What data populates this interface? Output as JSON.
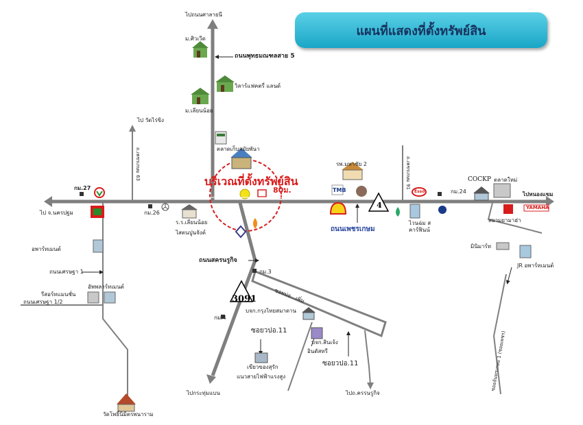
{
  "title": "แผนที่แสดงที่ตั้งทรัพย์สิน",
  "site": {
    "label": "บริเวณที่ตั้งทรัพย์สิน",
    "distance": "80ม."
  },
  "roads": {
    "main_road": "ถนนเพชรเกษม",
    "krathum_baen_road": "ถนนสครนรูกิจ",
    "phutthamonthon": "ถนนพุทธมณฑลสาย 5",
    "soi_khao_phetsom": "ซอยบ่อ...เพิ่ม",
    "soi_11_upper": "ซอยวปอ.11",
    "soi_11_lower": "ซอยวปอ.11",
    "power_line": "แนวสายไฟฟ้าแรงสูง",
    "road_left_1": "ถนนเศรษฐา 1",
    "road_left_12": "ถนนเศรษฐา 1/2",
    "vertical_left": "ถ.เพชรเกษม 63",
    "vertical_center": "ถ.เพชรเกษม 91",
    "vertical_bottom_right": "ซอยจันทรเกษม 1 (ซอยเพชร)"
  },
  "directions": {
    "north": "ไปถนนศาลายนี",
    "west": "ไป จ.นครปฐม",
    "northwest": "ไป วัดไร่ขิง",
    "east": "ไปหนองแขม",
    "south_left": "ไปกระทุ่มแบน",
    "south_right": "ไปถ.ครรนรูกิจ"
  },
  "route_badges": {
    "hwy_4": "4",
    "hwy_3091": "3091"
  },
  "km_markers": [
    "กม.27",
    "กม.26",
    "กม.24",
    "กม.3",
    "กม.4"
  ],
  "places": {
    "mahidol": "ม.ศิวเวีด",
    "village_top": "วิลาร์แฟคตรี่ แลนด์",
    "village_mid": "ม.เลียนน้อย",
    "school_market": "ตลาดเก็บสมัยพันา",
    "school_main": "ร.ร.เลียนน้อย",
    "school_sub": "ไสตนปูนจังต์",
    "hospital": "รพ.มหาชัย 2",
    "tmb": "TMB",
    "apartment_top": "อพาร์ทเมนต์",
    "apartment_mid": "อัพพลาร์ทเมนต์",
    "apartment_left": "รีสอร์ทแมนชั่น",
    "vanitchan": "ไวนฉ่ม สคาร์ฟินน์",
    "esso": "Esso",
    "cockp": "COCKP",
    "cockp_sub": "ตลาดใหม่",
    "yamaha": "YAMAHA",
    "yamaha_sub": "สยามยามาฮ่า",
    "bank_right": "มินิมาร์ท",
    "jr": "JR อพาร์ทเมนต์",
    "temple": "วัดโพธิ์นิมิตรพนาราม",
    "company_top": "บจก.กรุงไทยสมาดาน",
    "company_glass": "บจก.สินเจ้ง",
    "company_glass_sub": "อินดัสทรี",
    "factory": "เขียวของสุรัก"
  },
  "colors": {
    "road": "#7f7f7f",
    "circle": "#d81b1b",
    "banner_top": "#5ad0e6",
    "banner_bottom": "#1aa6c7",
    "title_text": "#17335f",
    "site_text": "#d81b1b",
    "main_road_text": "#1f3f9a"
  },
  "icons": [
    "arrow-left-icon",
    "arrow-right-icon",
    "arrow-up-icon",
    "arrow-down-icon",
    "house-icon",
    "building-icon",
    "factory-icon",
    "school-icon",
    "temple-icon",
    "shell-logo-icon",
    "esso-logo-icon",
    "yamaha-logo-icon",
    "ptt-logo-icon",
    "km-marker-icon",
    "route-shield-icon",
    "target-pin-icon"
  ]
}
